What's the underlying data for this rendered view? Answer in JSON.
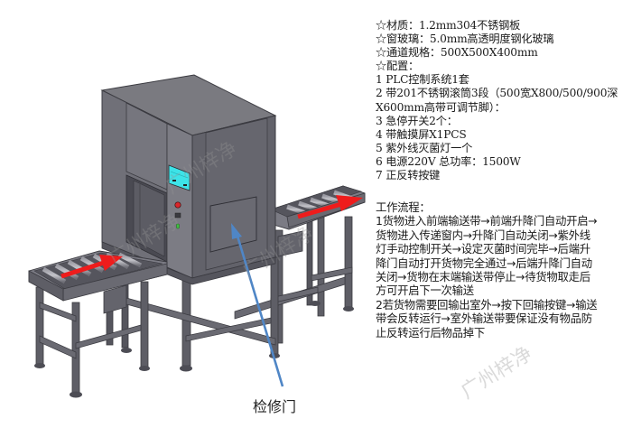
{
  "specs": {
    "lines": [
      "☆材质：1.2mm304不锈钢板",
      "☆窗玻璃：5.0mm高透明度钢化玻璃",
      "☆通道规格：500X500X400mm",
      "☆配置：",
      "1 PLC控制系统1套",
      "2 带201不锈钢滚筒3段（500宽X800/500/900深",
      "X600mm高带可调节脚）：",
      "3 急停开关2个：",
      "4 带触摸屏X1PCS",
      "5 紫外线灭菌灯一个",
      "6 电源220V    总功率：1500W",
      "7 正反转按键"
    ]
  },
  "workflow": {
    "title": "工作流程：",
    "lines": [
      "1货物进入前端输送带→前端升降门自动开启→",
      "货物进入传递窗内→升降门自动关闭→紫外线",
      "灯手动控制开关→设定灭菌时间完毕→后端升",
      "降门自动打开货物完全通过→后端升降门自动",
      "关闭→货物在末端输送带停止→待货物取走后",
      "方可开启下一次输送",
      "2若货物需要回输出室外→按下回输按键→输送",
      "带会反转运行→室外输送带要保证没有物品防",
      "止反转运行后物品掉下"
    ]
  },
  "callout": {
    "label": "检修门",
    "arrow_color": "#4f86c6"
  },
  "flow_arrows": {
    "color": "#ee1c1c"
  },
  "watermark": {
    "text": "广州梓净"
  },
  "colors": {
    "machine_body": "#6f6f78",
    "machine_top": "#7a7a80",
    "screen": "#3de3e8",
    "estop": "#d9262b",
    "start_button": "#3fbf3f"
  }
}
